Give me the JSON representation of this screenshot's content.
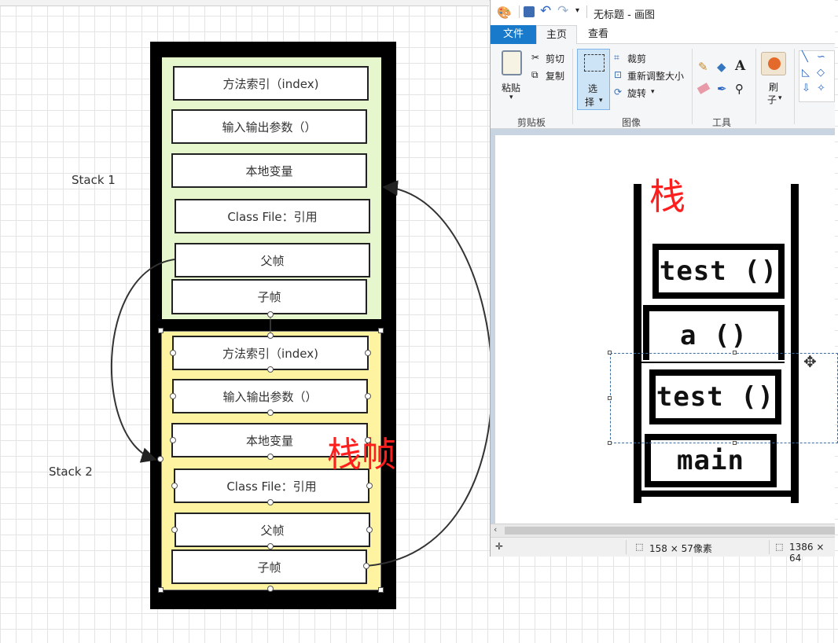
{
  "diagram": {
    "stack1_label": "Stack 1",
    "stack2_label": "Stack 2",
    "frame_title": "栈帧",
    "stack1_rows": [
      "方法索引（index)",
      "输入输出参数（）",
      "本地变量",
      "Class File：引用",
      "父帧",
      "子帧"
    ],
    "stack2_rows": [
      "方法索引（index)",
      "输入输出参数（）",
      "本地变量",
      "Class File：引用",
      "父帧",
      "子帧"
    ],
    "colors": {
      "stack1_bg": "#e6f7cd",
      "stack2_bg": "#fdf3a0",
      "frame_bg": "#000000",
      "title_red": "#ff1e1e"
    }
  },
  "paint": {
    "window_title": "无标题 - 画图",
    "tabs": {
      "file": "文件",
      "home": "主页",
      "view": "查看"
    },
    "clipboard": {
      "paste": "粘贴",
      "cut": "剪切",
      "copy": "复制",
      "group": "剪贴板"
    },
    "image": {
      "select_top": "选",
      "select_bottom": "择",
      "crop": "裁剪",
      "resize": "重新调整大小",
      "rotate": "旋转",
      "group": "图像"
    },
    "tools": {
      "group": "工具"
    },
    "brush": {
      "top": "刷",
      "bottom": "子"
    },
    "canvas": {
      "title": "栈",
      "frames": [
        "test ()",
        "a ()",
        "test ()",
        "main"
      ]
    },
    "status": {
      "selection_size": "158 × 57像素",
      "image_size": "1386 × 64"
    },
    "icons": [
      "paint-app-icon",
      "save-icon",
      "undo-icon",
      "redo-icon",
      "cut-icon",
      "copy-icon",
      "crop-icon",
      "resize-icon",
      "rotate-icon",
      "pencil-icon",
      "fill-icon",
      "text-icon",
      "eraser-icon",
      "color-picker-icon",
      "magnifier-icon",
      "move-cursor-icon"
    ]
  }
}
